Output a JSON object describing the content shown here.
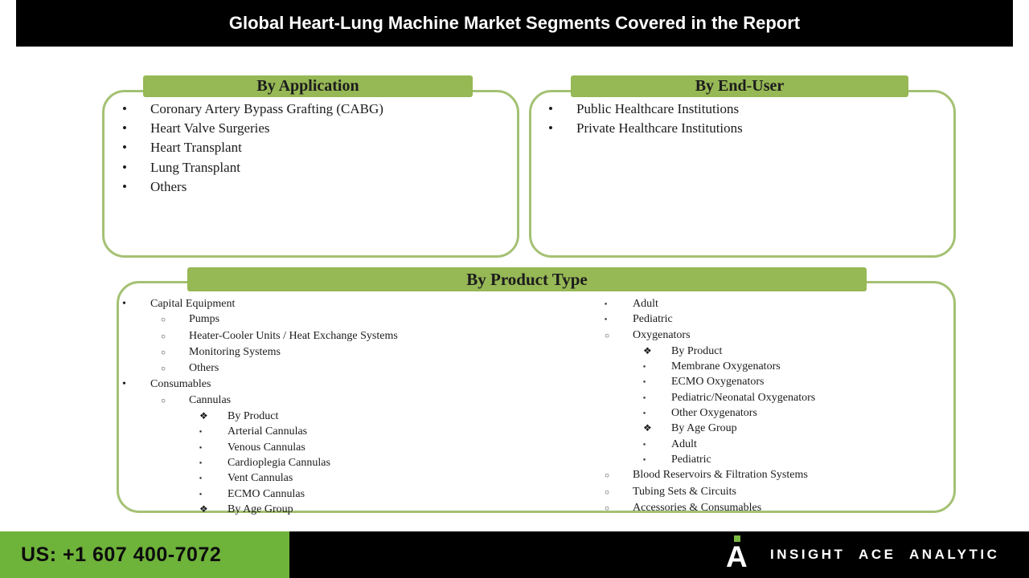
{
  "title": "Global Heart-Lung Machine Market Segments Covered in the Report",
  "colors": {
    "header_bar_green": "#96b855",
    "box_border_green": "#a4c173",
    "footer_green": "#6eb33a",
    "logo_green": "#7ab841",
    "bar_black": "#000000",
    "text_dark": "#1b1b1b",
    "title_white": "#ffffff"
  },
  "boxes": {
    "application": {
      "header": "By Application",
      "items": [
        {
          "bullet": "disc",
          "level": 0,
          "text": "Coronary Artery Bypass Grafting (CABG)"
        },
        {
          "bullet": "disc",
          "level": 0,
          "text": "Heart Valve Surgeries"
        },
        {
          "bullet": "disc",
          "level": 0,
          "text": "Heart Transplant"
        },
        {
          "bullet": "disc",
          "level": 0,
          "text": "Lung Transplant"
        },
        {
          "bullet": "disc",
          "level": 0,
          "text": "Others"
        }
      ]
    },
    "end_user": {
      "header": "By End-User",
      "items": [
        {
          "bullet": "disc",
          "level": 0,
          "text": "Public Healthcare Institutions"
        },
        {
          "bullet": "disc",
          "level": 0,
          "text": "Private Healthcare Institutions"
        }
      ]
    },
    "product_type": {
      "header": "By Product Type",
      "left_items": [
        {
          "bullet": "disc",
          "level": 0,
          "text": "Capital Equipment"
        },
        {
          "bullet": "circle",
          "level": 1,
          "text": "Pumps"
        },
        {
          "bullet": "circle",
          "level": 1,
          "text": "Heater-Cooler Units / Heat Exchange Systems"
        },
        {
          "bullet": "circle",
          "level": 1,
          "text": "Monitoring Systems"
        },
        {
          "bullet": "circle",
          "level": 1,
          "text": "Others"
        },
        {
          "bullet": "disc",
          "level": 0,
          "text": "Consumables"
        },
        {
          "bullet": "circle",
          "level": 1,
          "text": "Cannulas"
        },
        {
          "bullet": "diamond",
          "level": 2,
          "text": "By Product"
        },
        {
          "bullet": "square",
          "level": 2,
          "text": "Arterial Cannulas"
        },
        {
          "bullet": "square",
          "level": 2,
          "text": "Venous Cannulas"
        },
        {
          "bullet": "square",
          "level": 2,
          "text": "Cardioplegia Cannulas"
        },
        {
          "bullet": "square",
          "level": 2,
          "text": "Vent Cannulas"
        },
        {
          "bullet": "square",
          "level": 2,
          "text": "ECMO Cannulas"
        },
        {
          "bullet": "diamond",
          "level": 2,
          "text": "By Age Group"
        }
      ],
      "right_items": [
        {
          "bullet": "square",
          "level": 0,
          "text": "Adult"
        },
        {
          "bullet": "square",
          "level": 0,
          "text": "Pediatric"
        },
        {
          "bullet": "circle",
          "level": 0,
          "text": "Oxygenators"
        },
        {
          "bullet": "diamond",
          "level": 1,
          "text": "By Product"
        },
        {
          "bullet": "square",
          "level": 1,
          "text": "Membrane Oxygenators"
        },
        {
          "bullet": "square",
          "level": 1,
          "text": "ECMO Oxygenators"
        },
        {
          "bullet": "square",
          "level": 1,
          "text": "Pediatric/Neonatal Oxygenators"
        },
        {
          "bullet": "square",
          "level": 1,
          "text": "Other Oxygenators"
        },
        {
          "bullet": "diamond",
          "level": 1,
          "text": "By Age Group"
        },
        {
          "bullet": "square",
          "level": 1,
          "text": "Adult"
        },
        {
          "bullet": "square",
          "level": 1,
          "text": "Pediatric"
        },
        {
          "bullet": "circle",
          "level": 0,
          "text": "Blood Reservoirs & Filtration Systems"
        },
        {
          "bullet": "circle",
          "level": 0,
          "text": "Tubing Sets & Circuits"
        },
        {
          "bullet": "circle",
          "level": 0,
          "text": "Accessories & Consumables"
        }
      ]
    }
  },
  "footer": {
    "phone": "US: +1 607 400-7072",
    "brand": "INSIGHT ACE ANALYTIC",
    "logo_letter": "A"
  }
}
